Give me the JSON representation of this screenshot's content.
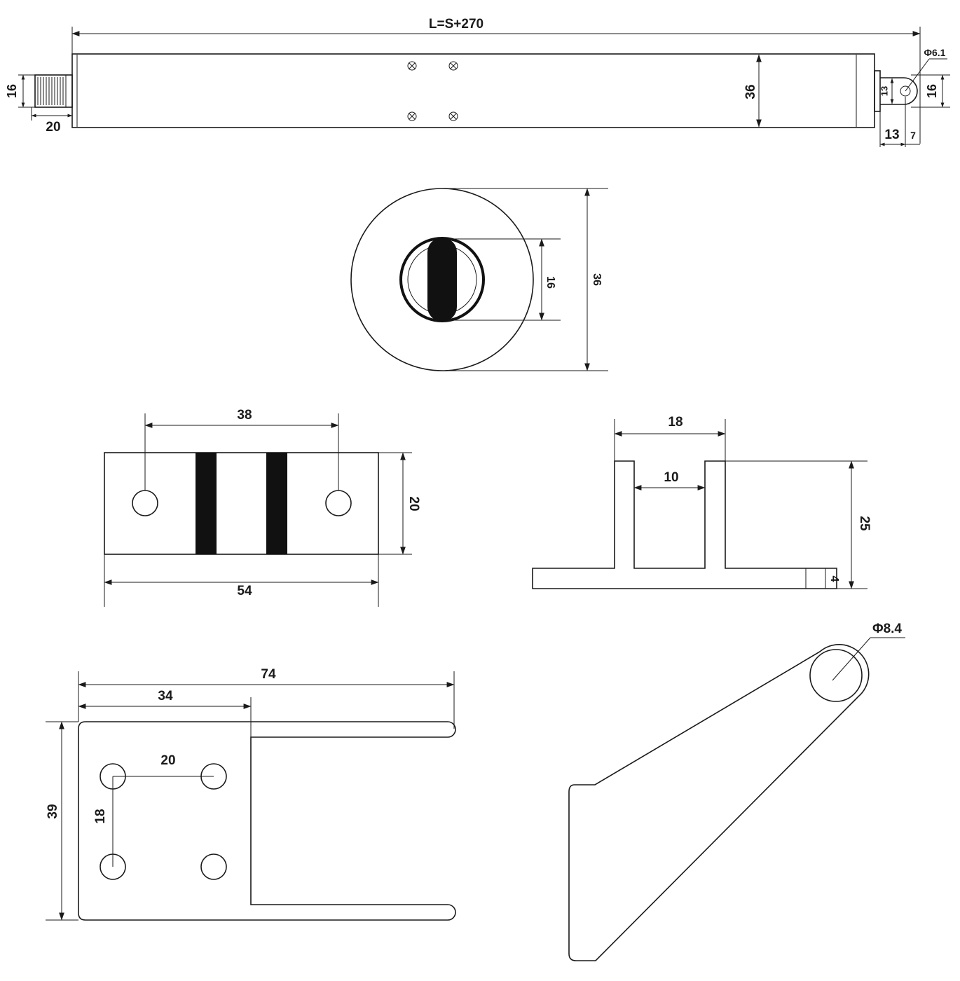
{
  "colors": {
    "line": "#1a1a1a",
    "fill": "#111111",
    "background": "#ffffff"
  },
  "actuator_side_view": {
    "overall_length": "L=S+270",
    "knob_height": "16",
    "knob_length": "20",
    "tube_diameter": "36",
    "rod_eye_hole": "Φ6.1",
    "rod_eye_width": "13",
    "rod_eye_height": "16",
    "rod_eye_length": "13",
    "rod_eye_offset": "7"
  },
  "end_view": {
    "outer_diameter": "36",
    "inner_diameter": "16"
  },
  "bracket_top_view": {
    "hole_spacing": "38",
    "width": "20",
    "length": "54"
  },
  "bracket_side_view": {
    "outer_width": "18",
    "slot_width": "10",
    "height": "25",
    "base_thickness": "4"
  },
  "mount_plate": {
    "total_length": "74",
    "plate_length": "34",
    "hole_spacing_x": "20",
    "hole_spacing_y": "18",
    "height": "39"
  },
  "clevis_arm": {
    "hole_diameter": "Φ8.4"
  }
}
